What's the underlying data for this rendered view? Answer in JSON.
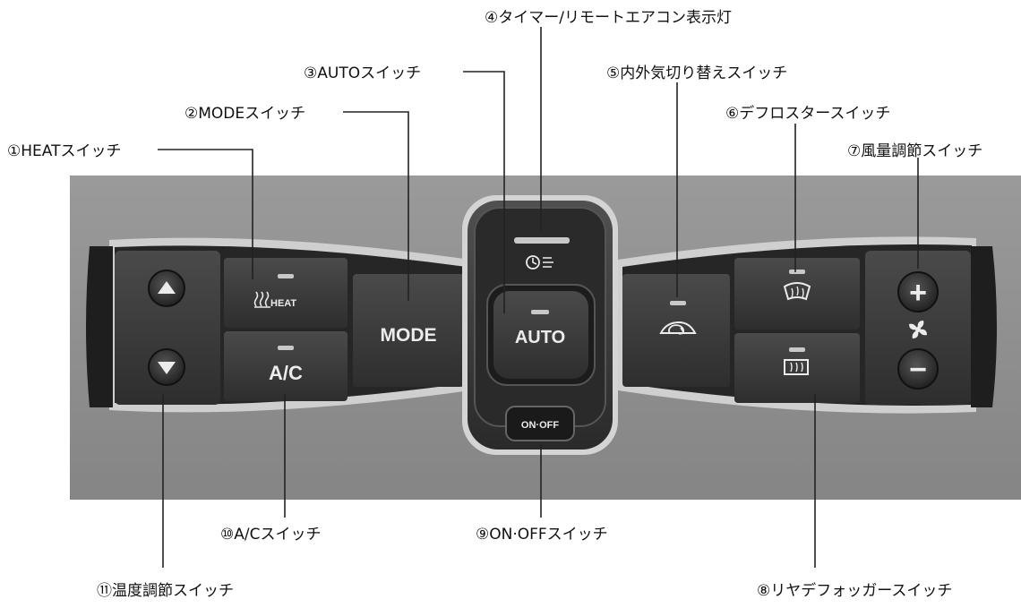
{
  "callouts": {
    "heat": "①HEATスイッチ",
    "mode": "②MODEスイッチ",
    "auto": "③AUTOスイッチ",
    "timer": "④タイマー/リモートエアコン表示灯",
    "recirc": "⑤内外気切り替えスイッチ",
    "defrost": "⑥デフロスタースイッチ",
    "fan": "⑦風量調節スイッチ",
    "rear_defog": "⑧リヤデフォッガースイッチ",
    "onoff": "⑨ON·OFFスイッチ",
    "ac": "⑩A/Cスイッチ",
    "temp": "⑪温度調節スイッチ"
  },
  "panel": {
    "heat_label": "HEAT",
    "ac_label": "A/C",
    "mode_label": "MODE",
    "auto_label": "AUTO",
    "onoff_label": "ON·OFF",
    "fan_plus": "+",
    "fan_minus": "−",
    "temp_up_icon": "triangle-up-icon",
    "temp_down_icon": "triangle-down-icon",
    "fan_icon": "fan-icon",
    "timer_icon": "clock-ac-icon",
    "recirc_icon": "car-recirculation-icon",
    "front_defrost_icon": "front-defroster-icon",
    "rear_defog_icon": "rear-defogger-icon",
    "heat_icon": "seat-heat-icon"
  },
  "colors": {
    "backdrop": "#8e8e8e",
    "button": "#3a3a3a",
    "indicator": "#c8c8c8"
  }
}
